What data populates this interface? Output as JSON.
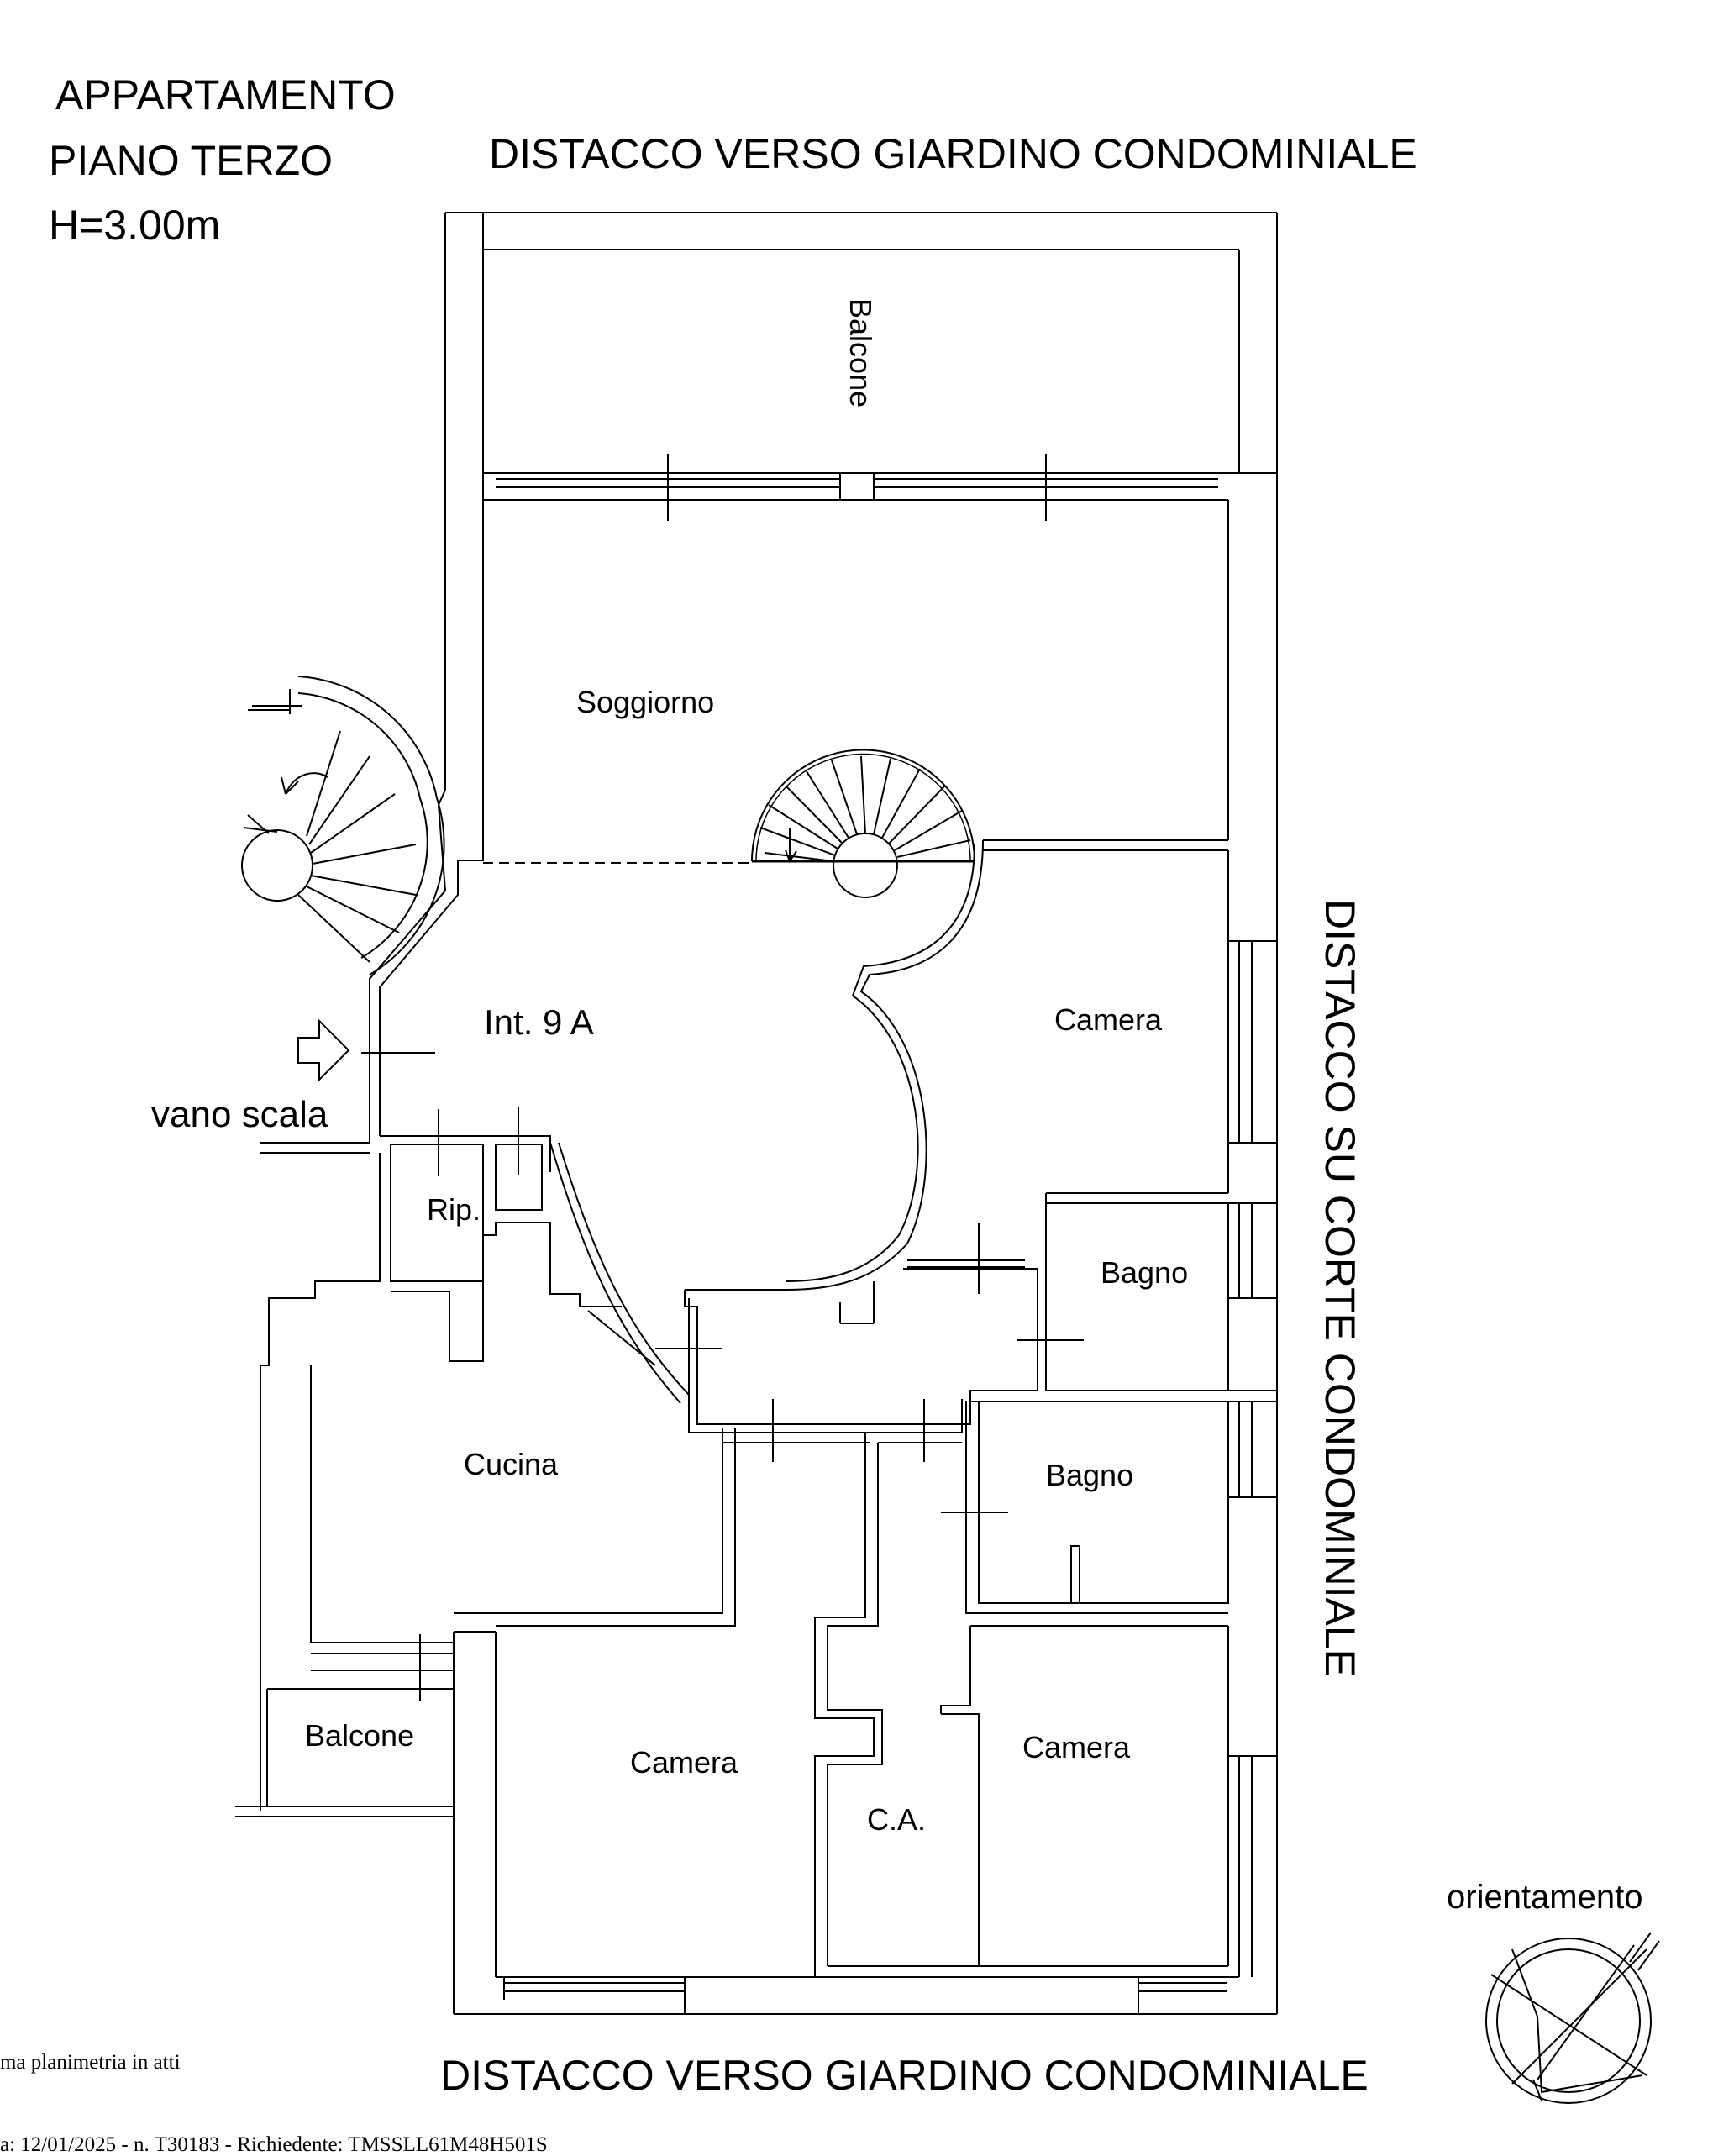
{
  "header": {
    "title": "APPARTAMENTO",
    "floor": "PIANO TERZO",
    "height": "H=3.00m"
  },
  "boundaries": {
    "top": "DISTACCO VERSO GIARDINO CONDOMINIALE",
    "bottom": "DISTACCO VERSO GIARDINO CONDOMINIALE",
    "right": "DISTACCO SU CORTE CONDOMINIALE",
    "left": "vano scala"
  },
  "unit": "Int. 9 A",
  "rooms": {
    "balcone_top": "Balcone",
    "soggiorno": "Soggiorno",
    "camera_east": "Camera",
    "rip": "Rip.",
    "bagno_upper": "Bagno",
    "bagno_lower": "Bagno",
    "cucina": "Cucina",
    "balcone_west": "Balcone",
    "camera_sw": "Camera",
    "ca": "C.A.",
    "camera_se": "Camera"
  },
  "orientation": {
    "label": "orientamento",
    "icon": "compass-icon"
  },
  "footer": {
    "line1": "ma planimetria in atti",
    "line2": "a: 12/01/2025 - n. T30183 - Richiedente: TMSSLL61M48H501S"
  },
  "colors": {
    "ink": "#000000",
    "paper": "#ffffff"
  }
}
